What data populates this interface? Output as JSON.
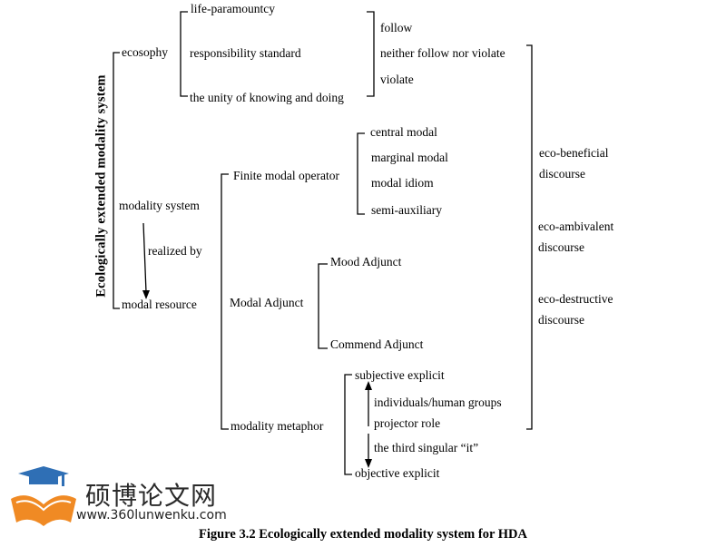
{
  "diagram": {
    "vertical_title": "Ecologically extended modality system",
    "level1": {
      "ecosophy": "ecosophy",
      "modality_system": "modality system",
      "realized_by": "realized by",
      "modal_resource": "modal resource"
    },
    "ecosophy_items": [
      "life-paramountcy",
      "responsibility standard",
      "the unity of knowing and doing"
    ],
    "compliance": [
      "follow",
      "neither follow nor violate",
      "violate"
    ],
    "resource_types": {
      "finite": "Finite modal operator",
      "adjunct": "Modal Adjunct",
      "metaphor": "modality metaphor"
    },
    "finite_items": [
      "central modal",
      "marginal modal",
      "modal idiom",
      "semi-auxiliary"
    ],
    "adjunct_items": [
      "Mood Adjunct",
      "Commend Adjunct"
    ],
    "metaphor_items": {
      "subjective": "subjective explicit",
      "individuals": "individuals/human groups",
      "projector": "projector role",
      "third": "the third singular “it”",
      "objective": "objective explicit"
    },
    "discourse": {
      "beneficial_1": "eco-beneficial",
      "beneficial_2": "discourse",
      "ambivalent_1": "eco-ambivalent",
      "ambivalent_2": "discourse",
      "destructive_1": "eco-destructive",
      "destructive_2": "discourse"
    },
    "caption": "Figure 3.2 Ecologically extended modality system for HDA"
  },
  "watermark": {
    "site_name": "硕博论文网",
    "url": "www.360lunwenku.com",
    "colors": {
      "orange": "#f08a24",
      "blue": "#2f6fb5"
    }
  }
}
